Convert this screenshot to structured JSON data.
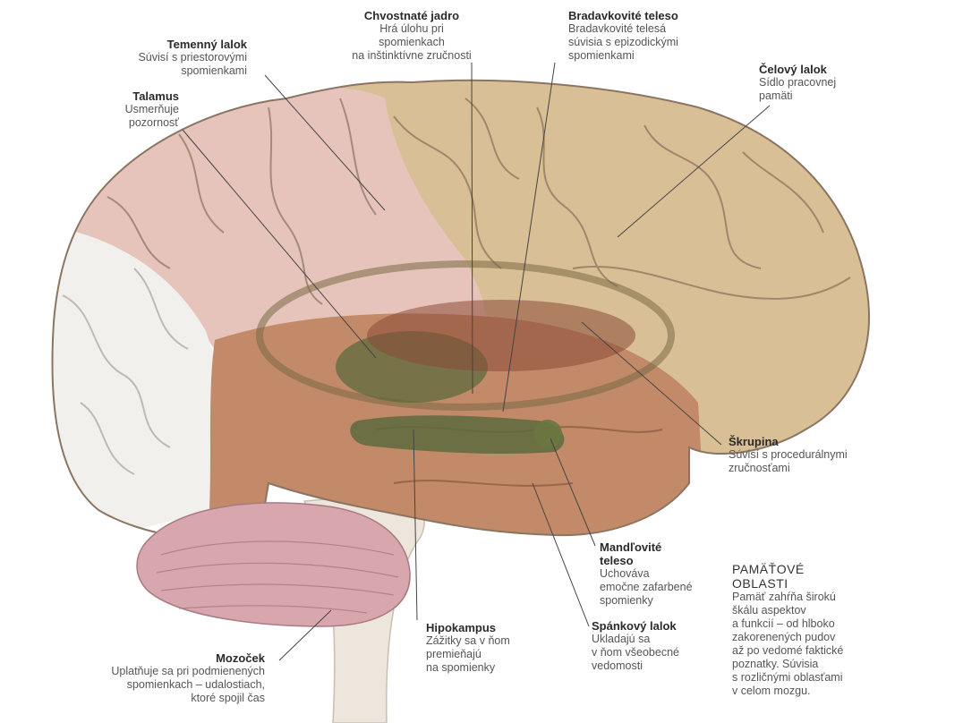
{
  "labels": [
    {
      "id": "chvostnate-jadro",
      "title": "Chvostnaté jadro",
      "desc": "Hrá úlohu pri\nspomienkach\nna inštinktívne zručnosti"
    },
    {
      "id": "bradavkovite-teleso",
      "title": "Bradavkovité teleso",
      "desc": "Bradavkovité telesá\nsúvisia s epizodickými\nspomienkami"
    },
    {
      "id": "temenny-lalok",
      "title": "Temenný lalok",
      "desc": "Súvisí s priestorovými\nspomienkami"
    },
    {
      "id": "talamus",
      "title": "Talamus",
      "desc": "Usmerňuje\npozornosť"
    },
    {
      "id": "celovy-lalok",
      "title": "Čelový lalok",
      "desc": "Sídlo pracovnej\npamäti"
    },
    {
      "id": "skrupina",
      "title": "Škrupina",
      "desc": "Súvisí s procedurálnymi\nzručnosťami"
    },
    {
      "id": "mandlovite-teleso",
      "title": "Mandľovité\nteleso",
      "desc": "Uchováva\nemočne zafarbené\nspomienky"
    },
    {
      "id": "spankovy-lalok",
      "title": "Spánkový lalok",
      "desc": "Ukladajú sa\nv ňom všeobecné\nvedomosti"
    },
    {
      "id": "hipokampus",
      "title": "Hipokampus",
      "desc": "Zážitky sa v ňom\npremieňajú\nna spomienky"
    },
    {
      "id": "mozocek",
      "title": "Mozoček",
      "desc": "Uplatňuje sa pri podmienených\nspomienkach – udalostiach,\nktoré spojil čas"
    }
  ],
  "note": {
    "heading": "PAMÄŤOVÉ\nOBLASTI",
    "body": "Pamäť zahŕňa širokú\nškálu aspektov\na funkcií – od hlboko\nzakorenených pudov\naž po vedomé faktické\npoznatky. Súvisia\ns rozličnými oblasťami\nv celom mozgu."
  },
  "colors": {
    "frontal": "#d9bf96",
    "parietal": "#e6c4bb",
    "occipital": "#f2f0ec",
    "temporal": "#c28a68",
    "cerebellum": "#d7a7ad",
    "brainstem": "#ece6dc",
    "deep": "#5d6a3e",
    "line": "#444444"
  }
}
